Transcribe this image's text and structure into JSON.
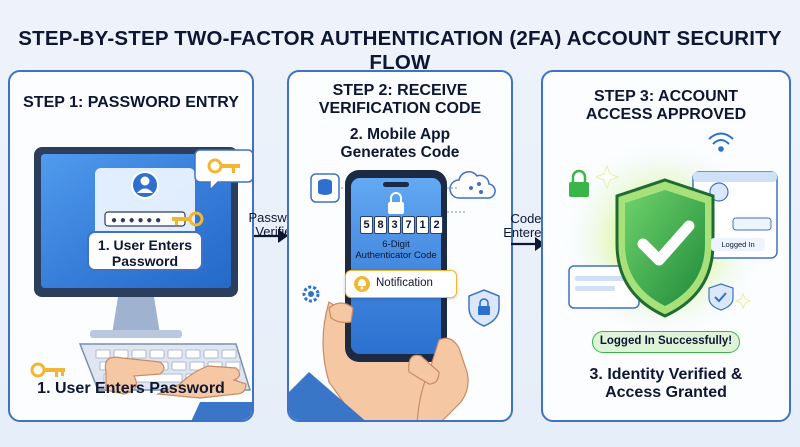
{
  "title": "STEP-BY-STEP TWO-FACTOR AUTHENTICATION (2FA) ACCOUNT SECURITY FLOW",
  "steps": [
    {
      "title_lines": [
        "STEP 1: PASSWORD ENTRY"
      ],
      "callout_lines": [
        "1. User Enters",
        "Password"
      ],
      "footer_lines": [
        "1. User Enters Password"
      ]
    },
    {
      "title_lines": [
        "STEP 2: RECEIVE",
        "VERIFICATION CODE"
      ],
      "subtitle_lines": [
        "2. Mobile App",
        "Generates Code"
      ],
      "code_digits": [
        "5",
        "8",
        "3",
        "7",
        "1",
        "2"
      ],
      "code_caption_lines": [
        "6-Digit",
        "Authenticator Code"
      ],
      "notification_label": "Notification"
    },
    {
      "title_lines": [
        "STEP 3: ACCOUNT",
        "ACCESS APPROVED"
      ],
      "login_status": "Logged In",
      "success_badge": "Logged In Successfully!",
      "footer_lines": [
        "3. Identity Verified &",
        "Access Granted"
      ]
    }
  ],
  "arrows": [
    {
      "label_lines": [
        "Password",
        "Verified"
      ]
    },
    {
      "label_lines": [
        "Code",
        "Entered"
      ]
    }
  ],
  "colors": {
    "panel_border": "#3f72c4",
    "accent_blue": "#2f6fd0",
    "shield_green": "#3bb54a",
    "check_white": "#ffffff",
    "key_gold": "#f2b632",
    "badge_green": "#dff3d8"
  },
  "icons": [
    "user-icon",
    "key-icon",
    "lock-icon",
    "cloud-icon",
    "database-icon",
    "gear-icon",
    "bell-icon",
    "shield-icon",
    "checkmark-icon",
    "wifi-icon",
    "hand-icon"
  ]
}
